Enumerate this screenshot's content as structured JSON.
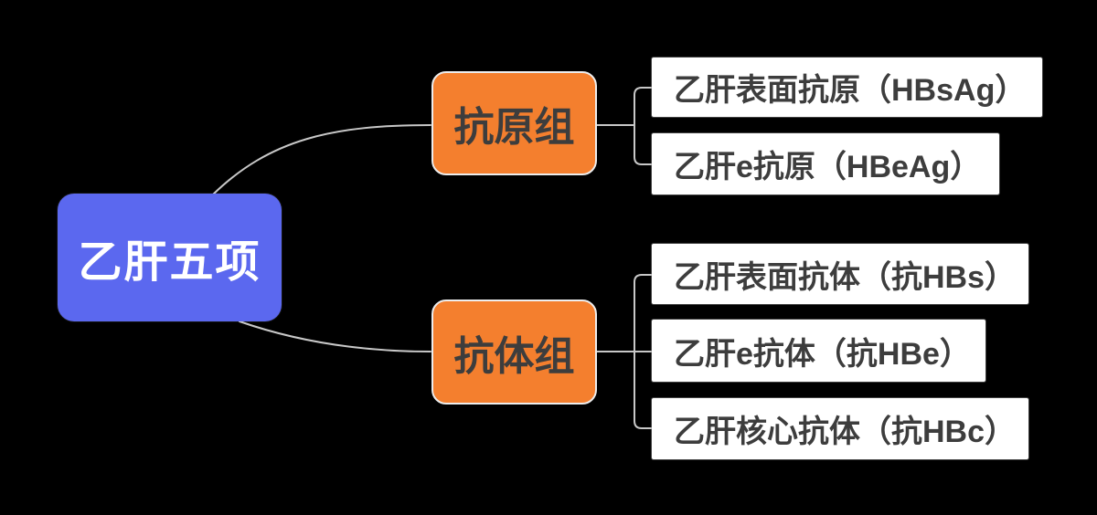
{
  "diagram": {
    "type": "mindmap",
    "background_color": "#000000",
    "root": {
      "label": "乙肝五项",
      "bg_color": "#5b68ef",
      "text_color": "#ffffff"
    },
    "branches": [
      {
        "label": "抗原组",
        "bg_color": "#f47f2e",
        "text_color": "#3d3d3d",
        "children": [
          "乙肝表面抗原（HBsAg）",
          "乙肝e抗原（HBeAg）"
        ]
      },
      {
        "label": "抗体组",
        "bg_color": "#f47f2e",
        "text_color": "#3d3d3d",
        "children": [
          "乙肝表面抗体（抗HBs）",
          "乙肝e抗体（抗HBe）",
          "乙肝核心抗体（抗HBc）"
        ]
      }
    ],
    "leaf_bg_color": "#ffffff",
    "leaf_text_color": "#3d3d3d",
    "connector_color": "#c8c8c8"
  }
}
